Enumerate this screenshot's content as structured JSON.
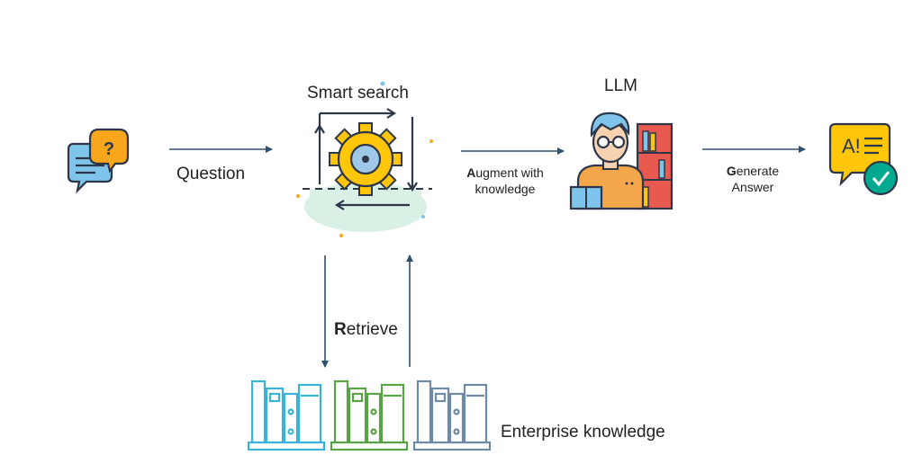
{
  "labels": {
    "question": "Question",
    "smart_search": "Smart search",
    "llm": "LLM",
    "augment_first": "A",
    "augment_rest": "ugment with",
    "augment_line2": "knowledge",
    "generate_first": "G",
    "generate_rest": "enerate",
    "generate_line2": "Answer",
    "retrieve_first": "R",
    "retrieve_rest": "etrieve",
    "enterprise_knowledge": "Enterprise knowledge"
  },
  "icons": {
    "question": "chat-question-icon",
    "smart_search": "gear-search-icon",
    "llm": "person-with-books-icon",
    "answer": "ai-answer-check-icon",
    "knowledge": "document-binders-icon"
  },
  "colors": {
    "arrow": "#2e4f6e",
    "chat_blue": "#7fc4ea",
    "chat_orange": "#f8a61c",
    "gear_yellow": "#ffc60a",
    "llm_orange": "#f4a64a",
    "answer_yellow": "#ffc60a",
    "answer_green": "#00a98f",
    "binder_blue": "#3bb3d8",
    "binder_green": "#5aa248",
    "binder_slate": "#6f8aa6"
  }
}
